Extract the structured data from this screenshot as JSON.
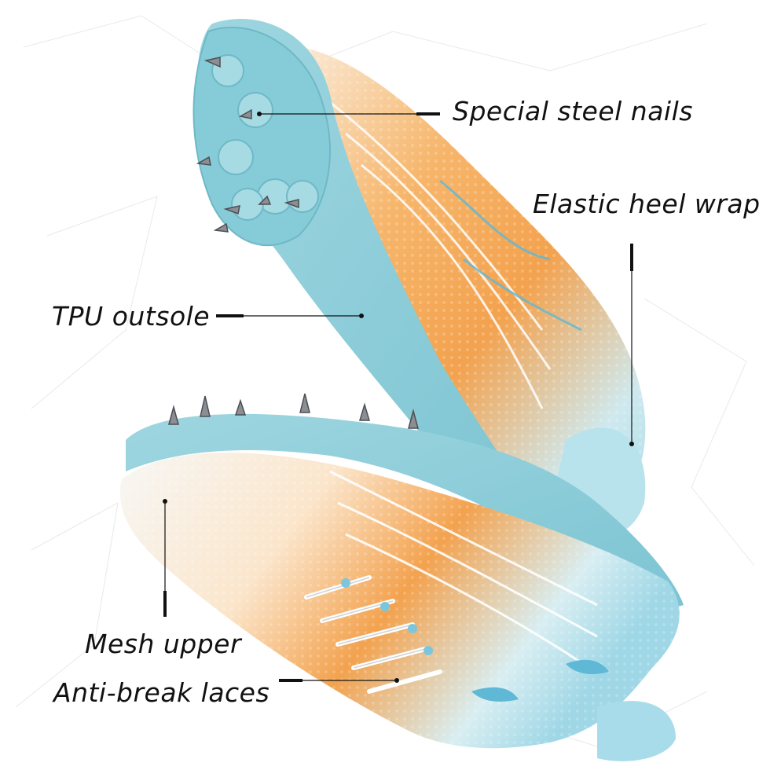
{
  "callouts": {
    "steel_nails": "Special steel nails",
    "heel_wrap": "Elastic heel wrap",
    "outsole": "TPU outsole",
    "upper": "Mesh upper",
    "laces": "Anti-break laces"
  },
  "colors": {
    "outsole_blue": "#8fcfda",
    "upper_orange": "#f3a24e",
    "upper_white": "#f7f7f5",
    "line": "#111111"
  }
}
